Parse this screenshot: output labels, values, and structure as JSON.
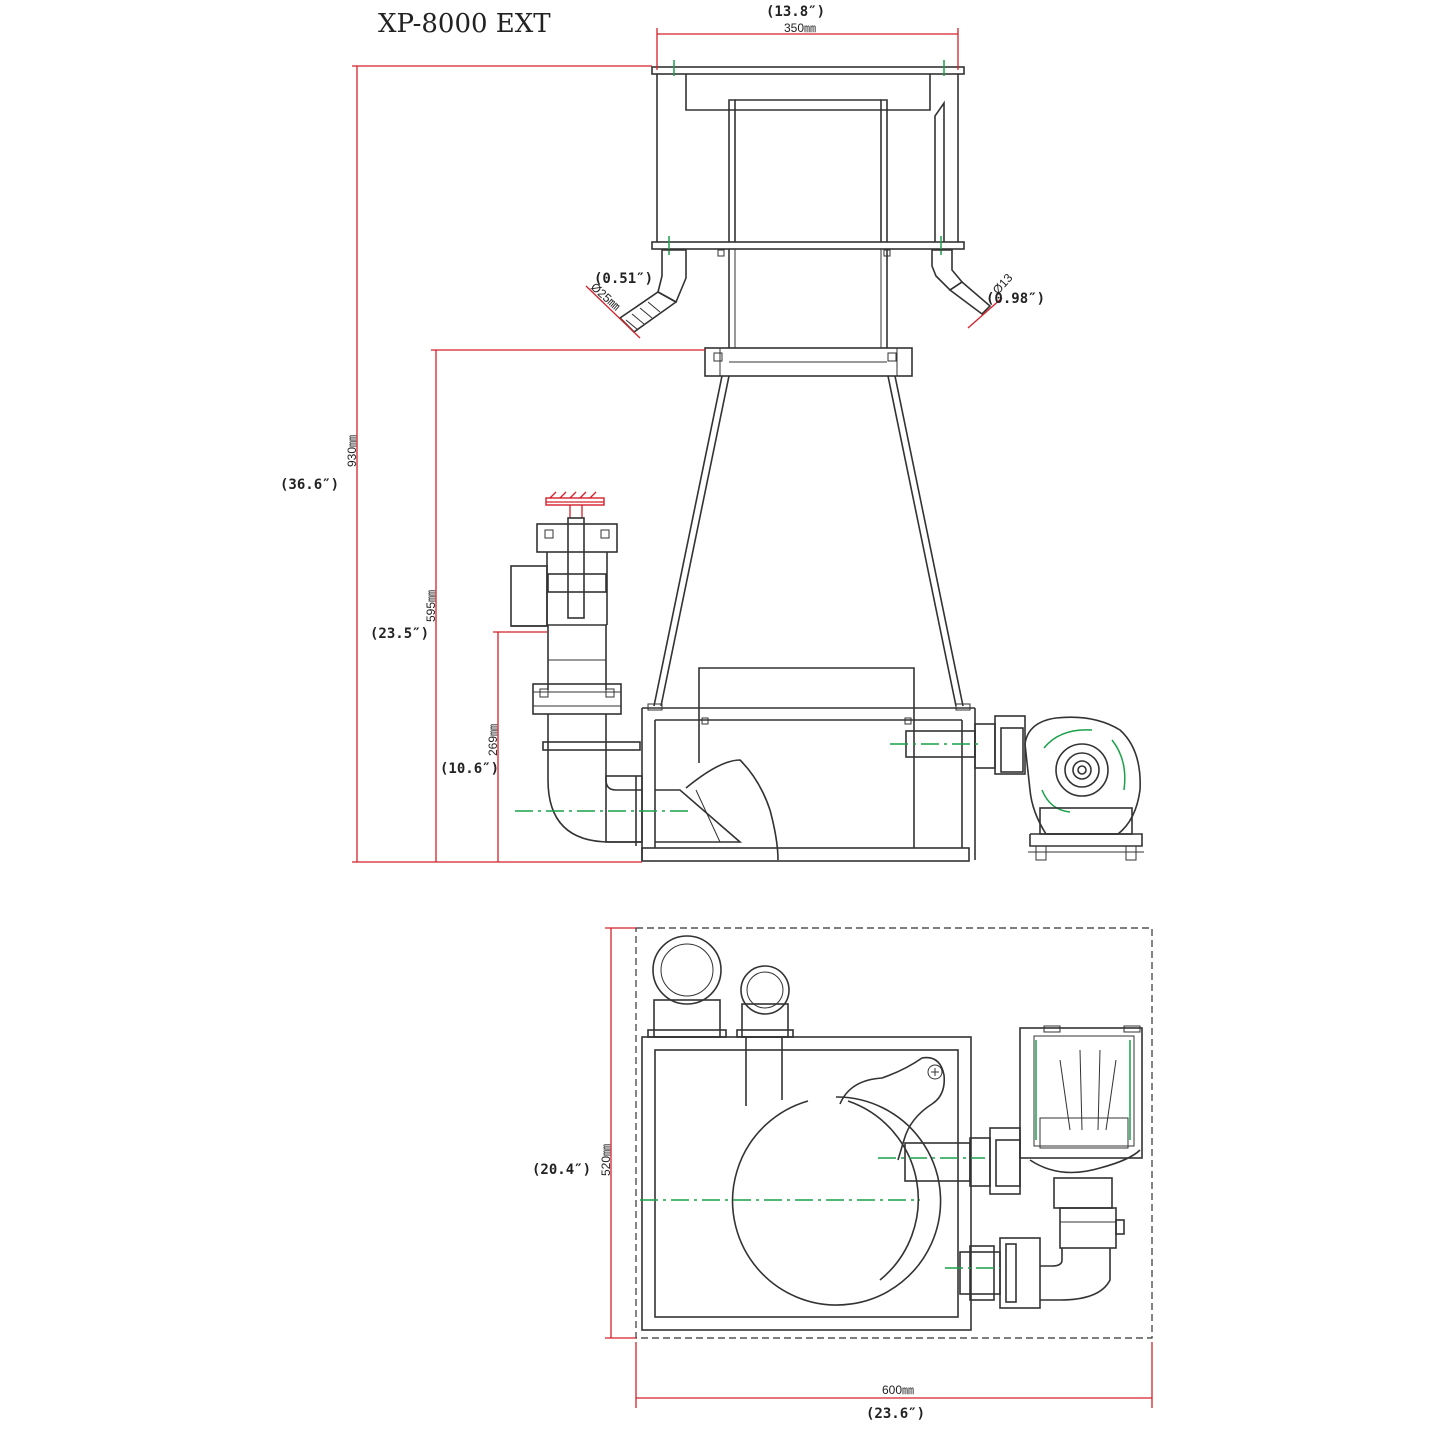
{
  "title": "XP-8000 EXT",
  "dimensions": {
    "top_width_in": "(13.8″)",
    "top_width_mm": "350㎜",
    "total_height_mm": "930㎜",
    "total_height_in": "(36.6″)",
    "body_height_mm": "595㎜",
    "body_height_in": "(23.5″)",
    "outlet_height_mm": "269㎜",
    "outlet_height_in": "(10.6″)",
    "left_port_in": "(0.51″)",
    "left_port_dia": "Ø25㎜",
    "right_port_dia": "Ø13",
    "right_port_in": "(0.98″)",
    "base_depth_in": "(20.4″)",
    "base_depth_mm": "520㎜",
    "base_width_mm": "600㎜",
    "base_width_in": "(23.6″)"
  },
  "colors": {
    "line": "#333333",
    "dimension": "#d4202a",
    "centerline": "#1aa14a"
  }
}
